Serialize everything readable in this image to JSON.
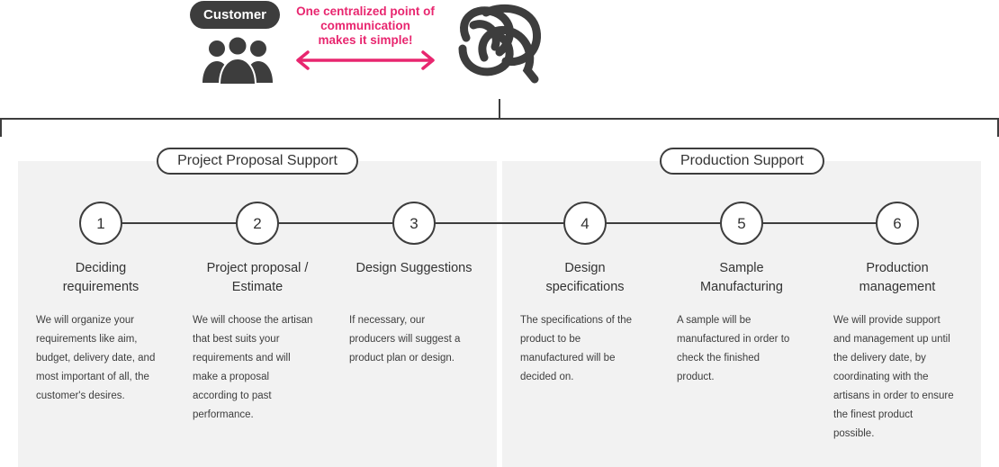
{
  "top": {
    "customer_label": "Customer",
    "message_lines": [
      "One centralized point of",
      "communication",
      "makes it simple!"
    ],
    "accent_color": "#e8266f",
    "people_icon": "people-group-icon",
    "logo_icon": "knot-logo-icon"
  },
  "sections": [
    {
      "label": "Project Proposal Support"
    },
    {
      "label": "Production Support"
    }
  ],
  "steps": [
    {
      "number": "1",
      "title_lines": [
        "Deciding",
        "requirements"
      ],
      "desc_lines": [
        "We will organize your",
        "requirements like aim,",
        "budget, delivery date, and",
        "most important of all, the",
        "customer's desires."
      ]
    },
    {
      "number": "2",
      "title_lines": [
        "Project proposal /",
        "Estimate"
      ],
      "desc_lines": [
        "We will choose the artisan",
        "that best suits your",
        "requirements and will",
        "make a proposal",
        "according to past",
        "performance."
      ]
    },
    {
      "number": "3",
      "title_lines": [
        "Design Suggestions"
      ],
      "desc_lines": [
        "If necessary, our",
        "producers will suggest a",
        "product plan or design."
      ]
    },
    {
      "number": "4",
      "title_lines": [
        "Design",
        "specifications"
      ],
      "desc_lines": [
        "The specifications of the",
        "product to be",
        "manufactured will be",
        "decided on."
      ]
    },
    {
      "number": "5",
      "title_lines": [
        "Sample",
        "Manufacturing"
      ],
      "desc_lines": [
        "A sample will be",
        "manufactured in order to",
        "check the finished",
        "product."
      ]
    },
    {
      "number": "6",
      "title_lines": [
        "Production",
        "management"
      ],
      "desc_lines": [
        "We will provide support",
        "and management up until",
        "the delivery date, by",
        "coordinating with the",
        "artisans in order to ensure",
        "the finest product",
        "possible."
      ]
    }
  ]
}
